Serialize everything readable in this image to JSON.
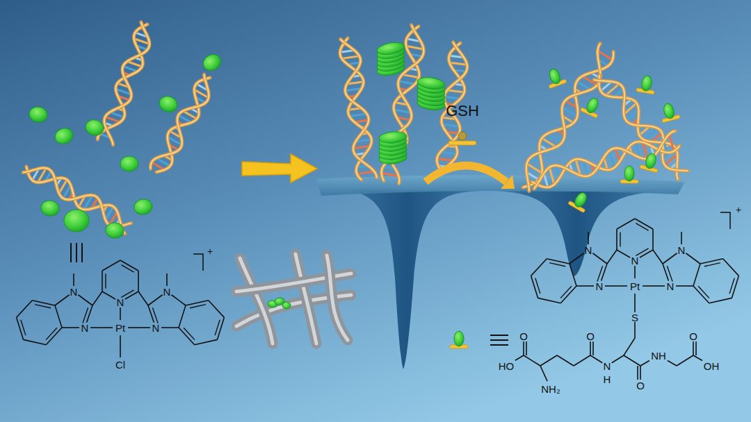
{
  "diagram": {
    "labels": [
      "GSH",
      "N",
      "N",
      "N",
      "N",
      "N",
      "Pt",
      "Cl",
      "+",
      "N",
      "N",
      "N",
      "N",
      "N",
      "Pt",
      "S",
      "+",
      "HO",
      "O",
      "NH₂",
      "O",
      "N",
      "H",
      "O",
      "NH",
      "O",
      "OH"
    ]
  }
}
